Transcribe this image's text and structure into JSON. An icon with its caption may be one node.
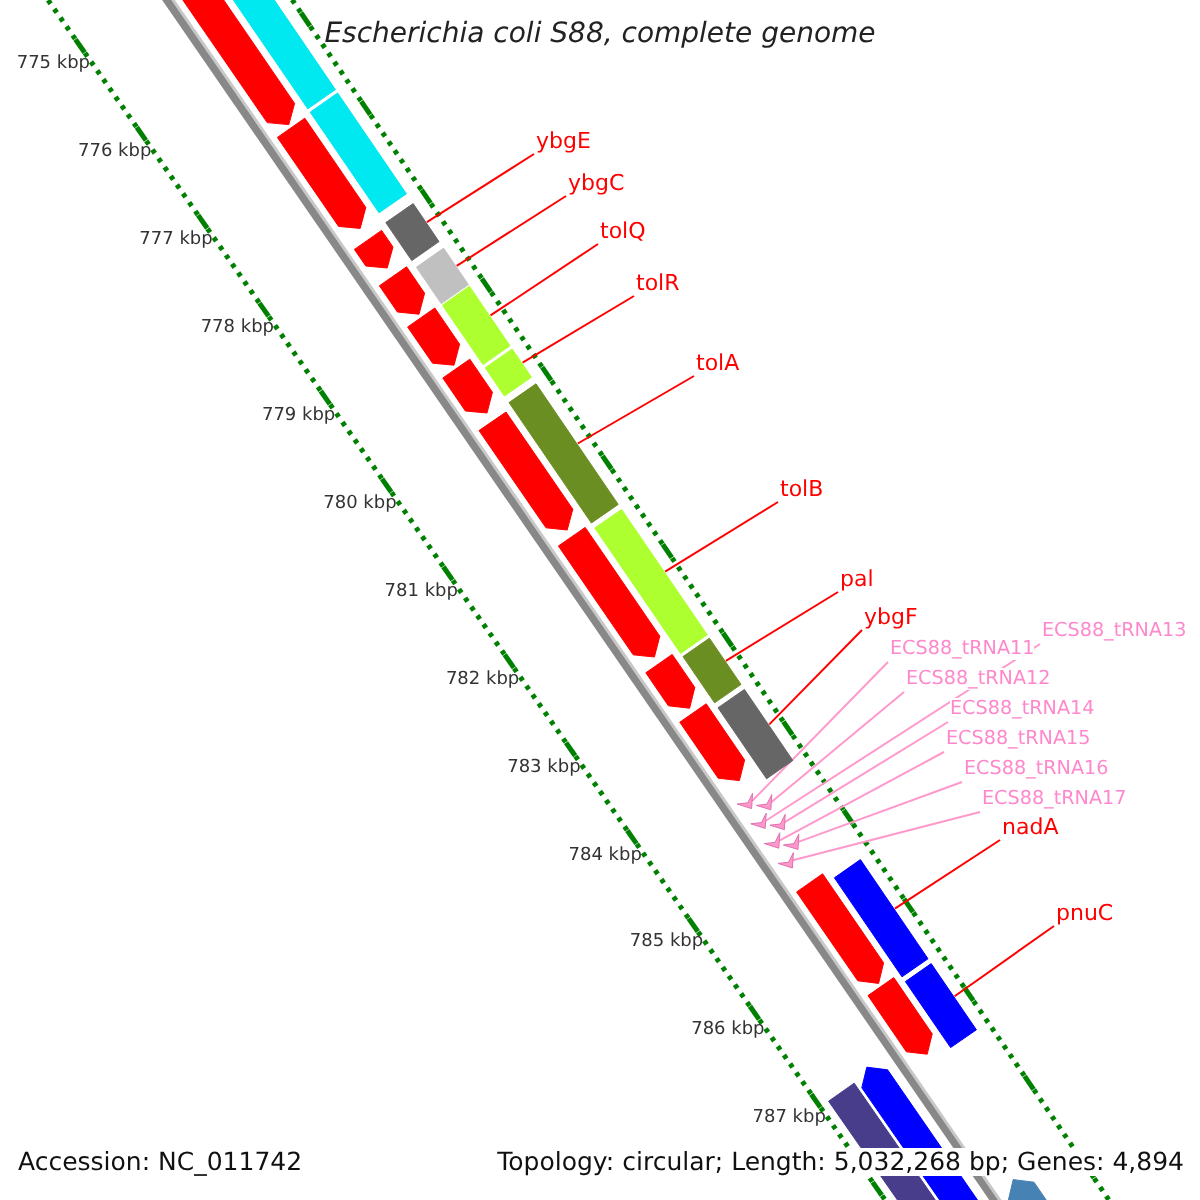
{
  "diagram": {
    "title": "Escherichia coli S88, complete genome",
    "nodes": [
      {
        "text": [
          "ybgE"
        ]
      },
      {
        "text": [
          "ybgC"
        ]
      },
      {
        "text": [
          "tolQ"
        ]
      },
      {
        "text": [
          "tolR"
        ]
      },
      {
        "text": [
          "tolA"
        ]
      },
      {
        "text": [
          "tolB"
        ]
      },
      {
        "text": [
          "pal"
        ]
      },
      {
        "text": [
          "ybgF"
        ]
      },
      {
        "text": [
          "ECS88_tRNA11"
        ]
      },
      {
        "text": [
          "ECS88_tRNA12"
        ]
      },
      {
        "text": [
          "ECS88_tRNA13"
        ]
      },
      {
        "text": [
          "ECS88_tRNA14"
        ]
      },
      {
        "text": [
          "ECS88_tRNA15"
        ]
      },
      {
        "text": [
          "ECS88_tRNA16"
        ]
      },
      {
        "text": [
          "ECS88_tRNA17"
        ]
      },
      {
        "text": [
          "nadA"
        ]
      },
      {
        "text": [
          "pnuC"
        ]
      },
      {
        "text": [],
        "shape": "bar"
      },
      {
        "text": [],
        "shape": "bar"
      },
      {
        "text": [],
        "shape": "bar"
      },
      {
        "text": [],
        "shape": "bar"
      },
      {
        "text": [],
        "shape": "bar"
      },
      {
        "text": [],
        "shape": "bar"
      },
      {
        "text": [],
        "shape": "bar"
      },
      {
        "text": [],
        "shape": "bar"
      },
      {
        "text": [],
        "shape": "chevron"
      },
      {
        "text": [],
        "shape": "chevron"
      },
      {
        "text": [],
        "shape": "chevron"
      },
      {
        "text": [],
        "shape": "chevron"
      },
      {
        "text": [],
        "shape": "chevron"
      },
      {
        "text": [],
        "shape": "chevron"
      },
      {
        "text": [],
        "shape": "chevron"
      },
      {
        "text": [],
        "shape": "bar"
      },
      {
        "text": [],
        "shape": "bar"
      }
    ],
    "edges": [
      {
        "from": 0,
        "to": 17,
        "arrow": "none"
      },
      {
        "from": 1,
        "to": 18,
        "arrow": "none"
      },
      {
        "from": 2,
        "to": 19,
        "arrow": "none"
      },
      {
        "from": 3,
        "to": 20,
        "arrow": "none"
      },
      {
        "from": 4,
        "to": 21,
        "arrow": "none"
      },
      {
        "from": 5,
        "to": 22,
        "arrow": "none"
      },
      {
        "from": 6,
        "to": 23,
        "arrow": "none"
      },
      {
        "from": 7,
        "to": 24,
        "arrow": "none"
      },
      {
        "from": 8,
        "to": 25,
        "arrow": "none",
        "color": "#ff99cc"
      },
      {
        "from": 9,
        "to": 26,
        "arrow": "none",
        "color": "#ff99cc"
      },
      {
        "from": 10,
        "to": 27,
        "arrow": "none",
        "color": "#ff99cc"
      },
      {
        "from": 11,
        "to": 28,
        "arrow": "none",
        "color": "#ff99cc"
      },
      {
        "from": 12,
        "to": 29,
        "arrow": "none",
        "color": "#ff99cc"
      },
      {
        "from": 13,
        "to": 30,
        "arrow": "none",
        "color": "#ff99cc"
      },
      {
        "from": 14,
        "to": 31,
        "arrow": "none",
        "color": "#ff99cc"
      },
      {
        "from": 15,
        "to": 32,
        "arrow": "none"
      },
      {
        "from": 16,
        "to": 33,
        "arrow": "none"
      }
    ],
    "labels": [
      "775 kbp",
      "776 kbp",
      "777 kbp",
      "778 kbp",
      "779 kbp",
      "780 kbp",
      "781 kbp",
      "782 kbp",
      "783 kbp",
      "784 kbp",
      "785 kbp",
      "786 kbp",
      "787 kbp",
      "Accession: NC_011742",
      "Topology: circular; Length: 5,032,268 bp; Genes: 4,894"
    ]
  }
}
